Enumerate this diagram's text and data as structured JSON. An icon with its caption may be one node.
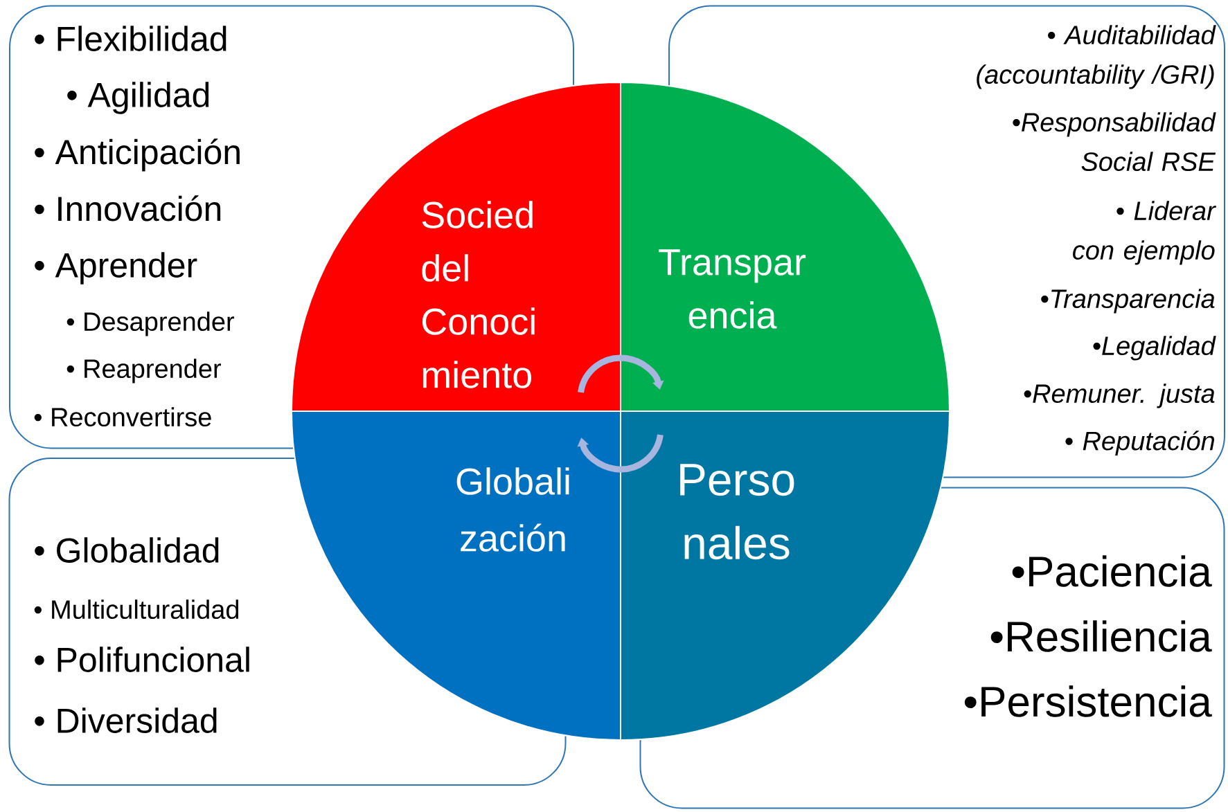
{
  "diagram": {
    "nodes": [
      {
        "text": [
          "• Flexibilidad",
          "• Agilidad",
          "• Anticipación",
          "• Innovación",
          "• Aprender",
          "• Desaprender",
          "• Reaprender",
          "• Reconvertirse"
        ]
      },
      {
        "text": [
          "• Auditabilidad (accountability /GRI)",
          "•Responsabilidad Social RSE",
          "• Liderar con ejemplo",
          "•Transparencia",
          "•Legalidad",
          "•Remuner. justa",
          "• Reputación"
        ]
      },
      {
        "text": [
          "• Globalidad",
          "• Multiculturalidad",
          "• Polifuncional",
          "• Diversidad"
        ]
      },
      {
        "text": [
          "•Paciencia",
          "•Resiliencia",
          "•Persistencia"
        ]
      },
      {
        "text": [
          "Socied del Conoci miento"
        ]
      },
      {
        "text": [
          "Transpar encia"
        ]
      },
      {
        "text": [
          "Globali zación"
        ]
      },
      {
        "text": [
          "Perso nales"
        ]
      }
    ],
    "edges": [
      {
        "from": 4,
        "to": 5,
        "arrow": "to"
      },
      {
        "from": 7,
        "to": 6,
        "arrow": "to"
      }
    ]
  }
}
